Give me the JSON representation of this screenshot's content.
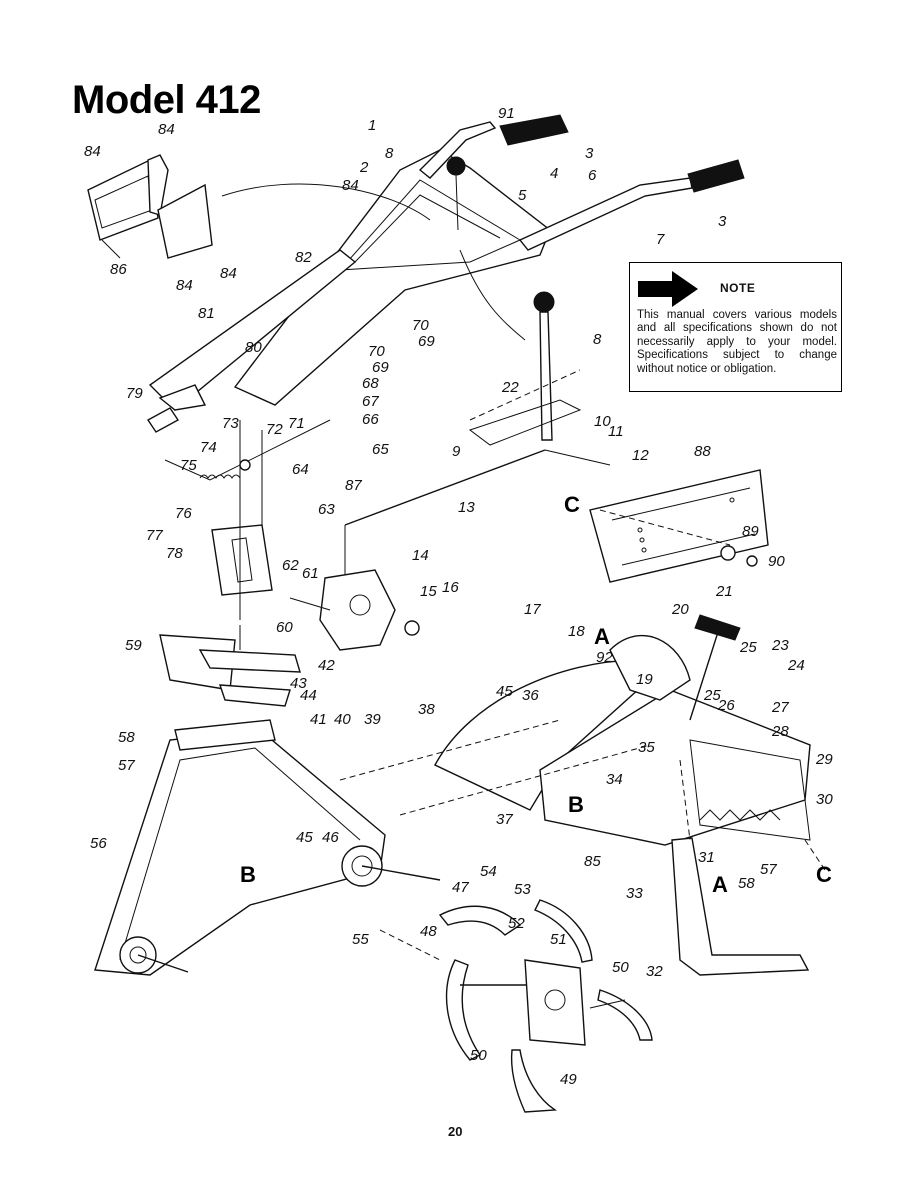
{
  "title": "Model 412",
  "note": {
    "heading": "NOTE",
    "text": "This manual covers various models and all specifications shown do not necessarily apply to your model. Specifications subject to change without notice or obligation.",
    "icon": "right-arrow-icon"
  },
  "page_number": "20",
  "callouts": {
    "c1": "1",
    "c91": "91",
    "c3a": "3",
    "c8a": "8",
    "c4": "4",
    "c2": "2",
    "c5": "5",
    "c6": "6",
    "c84a": "84",
    "c84b": "84",
    "c84c": "84",
    "c84d": "84",
    "c84e": "84",
    "c3b": "3",
    "c7": "7",
    "c86": "86",
    "c82": "82",
    "c81": "81",
    "c70a": "70",
    "c69a": "69",
    "c70b": "70",
    "c69b": "69",
    "c80": "80",
    "c8b": "8",
    "c68": "68",
    "c67": "67",
    "c66": "66",
    "c65": "65",
    "c79": "79",
    "c73": "73",
    "c72": "72",
    "c71": "71",
    "c22": "22",
    "c10": "10",
    "c11": "11",
    "c74": "74",
    "c75": "75",
    "c64": "64",
    "c9": "9",
    "c12": "12",
    "c88": "88",
    "c87": "87",
    "c63": "63",
    "c13": "13",
    "cC1": "C",
    "c76": "76",
    "c77": "77",
    "c78": "78",
    "c89": "89",
    "c90": "90",
    "c14": "14",
    "c62": "62",
    "c61": "61",
    "c15": "15",
    "c16": "16",
    "c21": "21",
    "c17": "17",
    "c18": "18",
    "cA1": "A",
    "c20": "20",
    "c92": "92",
    "c25a": "25",
    "c23": "23",
    "c24": "24",
    "c59": "59",
    "c60": "60",
    "c42": "42",
    "c19": "19",
    "c43": "43",
    "c44": "44",
    "c45a": "45",
    "c36": "36",
    "c25b": "25",
    "c26": "26",
    "c27": "27",
    "c41": "41",
    "c40": "40",
    "c39": "39",
    "c38": "38",
    "c28": "28",
    "c35": "35",
    "c58a": "58",
    "c57a": "57",
    "c29": "29",
    "c34": "34",
    "c30": "30",
    "cB1": "B",
    "c37": "37",
    "c45b": "45",
    "c46": "46",
    "c56": "56",
    "c85": "85",
    "c31": "31",
    "c57b": "57",
    "c58b": "58",
    "cA2": "A",
    "cC2": "C",
    "cB2": "B",
    "c47": "47",
    "c54": "54",
    "c53": "53",
    "c33": "33",
    "c52": "52",
    "c48": "48",
    "c51": "51",
    "c55": "55",
    "c50a": "50",
    "c32": "32",
    "c50b": "50",
    "c49": "49"
  }
}
